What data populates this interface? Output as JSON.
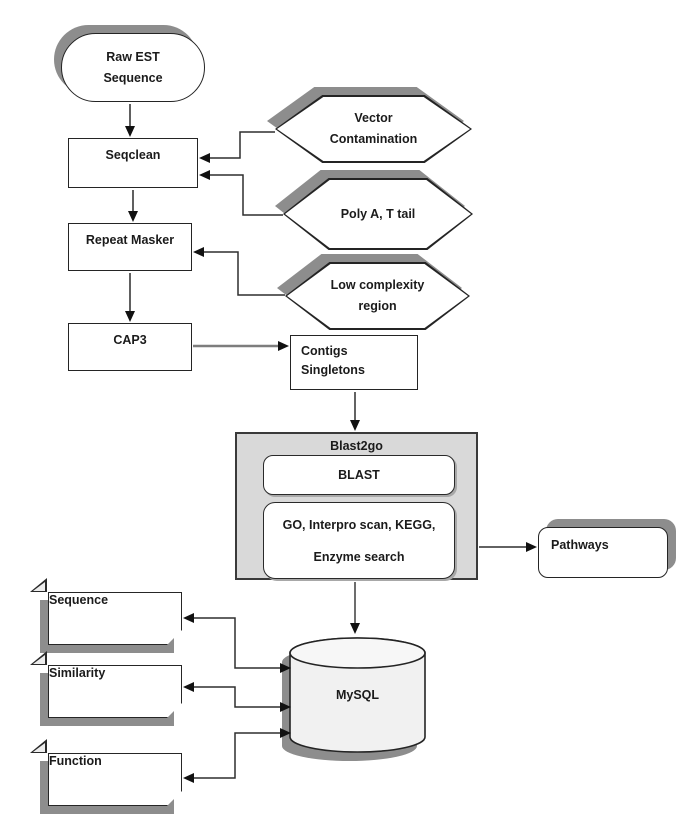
{
  "diagram": {
    "nodes": {
      "raw_est": {
        "line1": "Raw EST",
        "line2": "Sequence",
        "shape": "stadium"
      },
      "seqclean": {
        "label": "Seqclean",
        "shape": "rectangle"
      },
      "vector_contamination": {
        "line1": "Vector",
        "line2": "Contamination",
        "shape": "hexagon"
      },
      "poly_a_t_tail": {
        "label": "Poly A, T tail",
        "shape": "hexagon"
      },
      "repeat_masker": {
        "label": "Repeat Masker",
        "shape": "rectangle"
      },
      "low_complexity": {
        "line1": "Low complexity",
        "line2": "region",
        "shape": "hexagon"
      },
      "cap3": {
        "label": "CAP3",
        "shape": "rectangle"
      },
      "contigs": {
        "line1": "Contigs",
        "line2": "Singletons",
        "shape": "rectangle"
      },
      "blast2go": {
        "title": "Blast2go",
        "blast_label": "BLAST",
        "go_line1": "GO, Interpro scan, KEGG,",
        "go_line2": "Enzyme search",
        "shape": "container"
      },
      "pathways": {
        "label": "Pathways",
        "shape": "rounded-rectangle"
      },
      "mysql": {
        "label": "MySQL",
        "shape": "cylinder"
      },
      "sequence_doc": {
        "label": "Sequence",
        "shape": "document"
      },
      "similarity_doc": {
        "label": "Similarity",
        "shape": "document"
      },
      "function_doc": {
        "label": "Function",
        "shape": "document"
      }
    },
    "edges": [
      {
        "from": "raw_est",
        "to": "seqclean",
        "arrow": "single"
      },
      {
        "from": "vector_contamination",
        "to": "seqclean",
        "arrow": "single"
      },
      {
        "from": "poly_a_t_tail",
        "to": "seqclean",
        "arrow": "single"
      },
      {
        "from": "seqclean",
        "to": "repeat_masker",
        "arrow": "single"
      },
      {
        "from": "low_complexity",
        "to": "repeat_masker",
        "arrow": "single"
      },
      {
        "from": "repeat_masker",
        "to": "cap3",
        "arrow": "single"
      },
      {
        "from": "cap3",
        "to": "contigs",
        "arrow": "single"
      },
      {
        "from": "contigs",
        "to": "blast2go",
        "arrow": "single"
      },
      {
        "from": "blast2go",
        "to": "pathways",
        "arrow": "single"
      },
      {
        "from": "blast2go",
        "to": "mysql",
        "arrow": "single"
      },
      {
        "from": "mysql",
        "to": "sequence_doc",
        "arrow": "double"
      },
      {
        "from": "mysql",
        "to": "similarity_doc",
        "arrow": "double"
      },
      {
        "from": "mysql",
        "to": "function_doc",
        "arrow": "double"
      }
    ],
    "colors": {
      "background": "#ffffff",
      "shape_border": "#242424",
      "shadow_gray": "#8d8d8d",
      "container_fill": "#d9d9d9",
      "cylinder_fill": "#f1f1f1",
      "line": "#2f2f2f"
    }
  }
}
